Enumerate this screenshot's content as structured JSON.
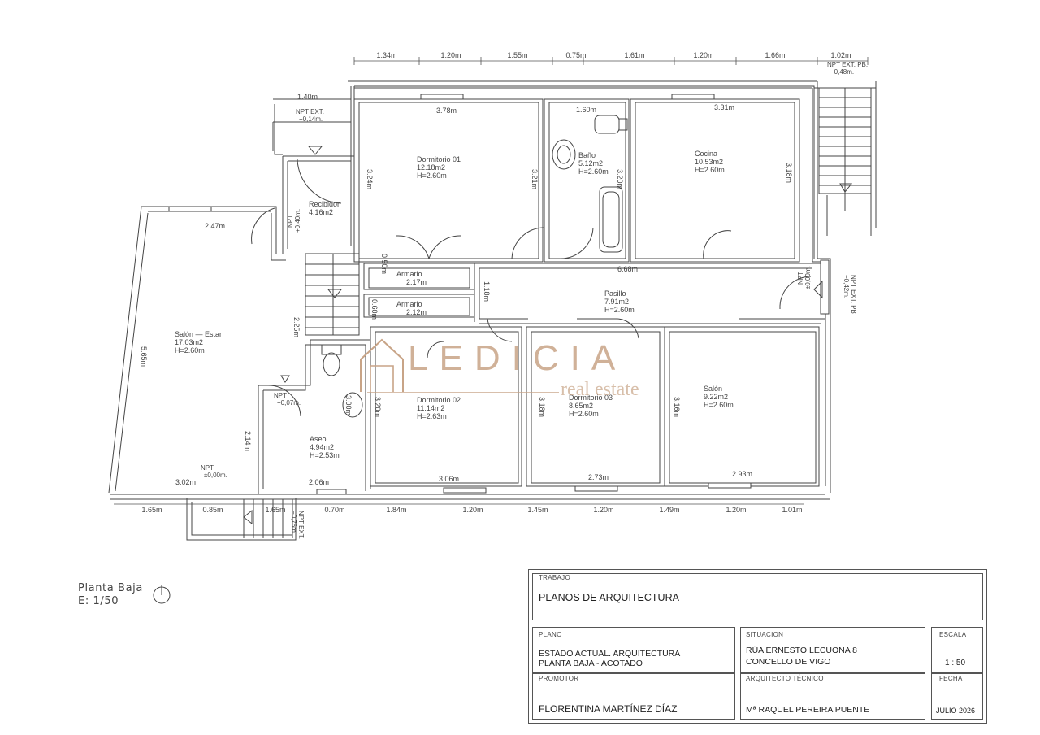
{
  "brand": {
    "name": "LEDICIA",
    "tagline": "real estate",
    "accent": "#c8a487"
  },
  "drawing": {
    "name": "Planta Baja",
    "scale": "E: 1/50",
    "top_dims": [
      "1.34m",
      "1.20m",
      "1.55m",
      "0.75m",
      "1.61m",
      "1.20m",
      "1.66m",
      "1.02m"
    ],
    "bottom_dims": [
      "1.65m",
      "0.85m",
      "1.65m",
      "0.70m",
      "1.84m",
      "1.20m",
      "1.45m",
      "1.20m",
      "1.49m",
      "1.20m",
      "1.01m"
    ],
    "rooms": [
      {
        "name": "Dormitorio  01",
        "area": "12.18m2",
        "height": "H=2.60m"
      },
      {
        "name": "Baño",
        "area": "5.12m2",
        "height": "H=2.60m"
      },
      {
        "name": "Cocina",
        "area": "10.53m2",
        "height": "H=2.60m"
      },
      {
        "name": "Recibidor",
        "area": "4.16m2",
        "height": ""
      },
      {
        "name": "Pasillo",
        "area": "7.91m2",
        "height": "H=2.60m"
      },
      {
        "name": "Salón  —  Estar",
        "area": "17.03m2",
        "height": "H=2.60m"
      },
      {
        "name": "Dormitorio  02",
        "area": "11.14m2",
        "height": "H=2.63m"
      },
      {
        "name": "Dormitorio  03",
        "area": "8.65m2",
        "height": "H=2.60m"
      },
      {
        "name": "Salón",
        "area": "9.22m2",
        "height": "H=2.60m"
      },
      {
        "name": "Aseo",
        "area": "4.94m2",
        "height": "H=2.53m"
      }
    ],
    "armarios": [
      {
        "name": "Armario",
        "width": "2.17m"
      },
      {
        "name": "Armario",
        "width": "2.12m"
      }
    ],
    "inner_dims": [
      "1.40m",
      "3.78m",
      "1.60m",
      "3.31m",
      "2.47m",
      "6.68m",
      "3.06m",
      "2.73m",
      "2.93m",
      "3.02m",
      "2.06m"
    ],
    "inner_dims_vertical": [
      "3.24m",
      "3.21m",
      "3.20m",
      "3.18m",
      "5.65m",
      "2.25m",
      "2.14m",
      "3.20m",
      "3.18m",
      "3.16m",
      "3.00m",
      "0.50m",
      "0.60m",
      "1.18m"
    ],
    "levels": [
      "NPT EXT.",
      "+0,14m.",
      "NPT EXT. PB.",
      "−0,48m.",
      "NPT",
      "+0,40m.",
      "NPT",
      "±0,00m.",
      "NPT EXT. PB",
      "−0,42m.",
      "NPT",
      "+0,07m.",
      "NPT",
      "±0,00m.",
      "NPT EXT.",
      "−0,76m."
    ]
  },
  "titleblock": {
    "trabajo_label": "TRABAJO",
    "trabajo": "PLANOS DE ARQUITECTURA",
    "plano_label": "PLANO",
    "plano_line1": "ESTADO ACTUAL. ARQUITECTURA",
    "plano_line2": "PLANTA BAJA - ACOTADO",
    "situacion_label": "SITUACION",
    "situacion_line1": "RÚA ERNESTO LECUONA 8",
    "situacion_line2": "CONCELLO  DE  VIGO",
    "escala_label": "ESCALA",
    "escala": "1 : 50",
    "promotor_label": "PROMOTOR",
    "promotor": "FLORENTINA MARTÍNEZ DÍAZ",
    "arquitecto_label": "ARQUITECTO TÉCNICO",
    "arquitecto": "Mª RAQUEL PEREIRA PUENTE",
    "fecha_label": "FECHA",
    "fecha": "JULIO 2026"
  }
}
